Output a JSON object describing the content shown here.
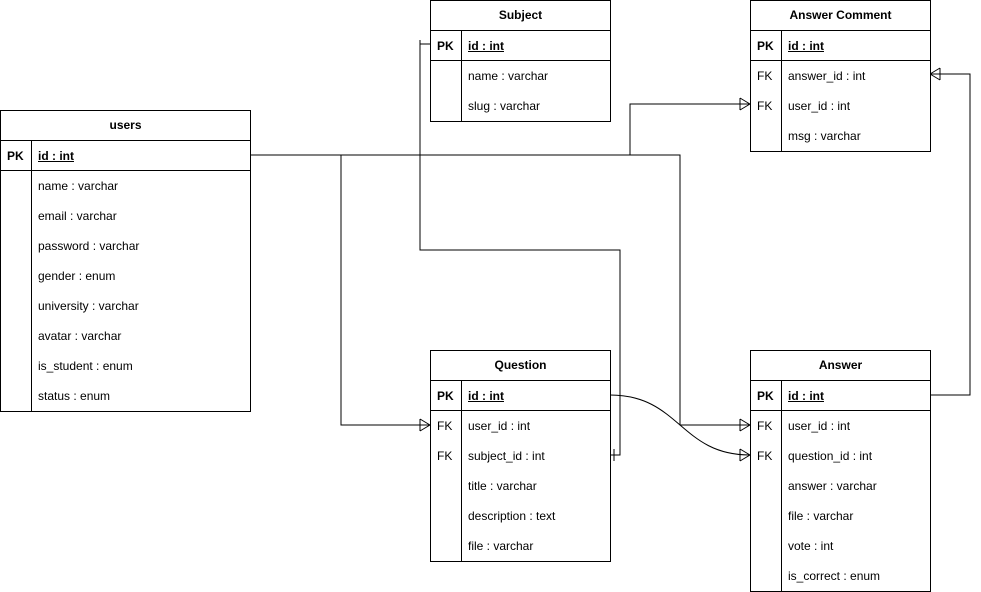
{
  "entities": {
    "users": {
      "title": "users",
      "pk": {
        "key": "PK",
        "field": "id : int"
      },
      "fields": [
        {
          "key": "",
          "field": "name : varchar"
        },
        {
          "key": "",
          "field": "email : varchar"
        },
        {
          "key": "",
          "field": "password : varchar"
        },
        {
          "key": "",
          "field": "gender : enum"
        },
        {
          "key": "",
          "field": "university : varchar"
        },
        {
          "key": "",
          "field": "avatar : varchar"
        },
        {
          "key": "",
          "field": "is_student : enum"
        },
        {
          "key": "",
          "field": "status : enum"
        }
      ]
    },
    "subject": {
      "title": "Subject",
      "pk": {
        "key": "PK",
        "field": "id : int"
      },
      "fields": [
        {
          "key": "",
          "field": "name : varchar"
        },
        {
          "key": "",
          "field": "slug : varchar"
        }
      ]
    },
    "answer_comment": {
      "title": "Answer Comment",
      "pk": {
        "key": "PK",
        "field": "id : int"
      },
      "fields": [
        {
          "key": "FK",
          "field": "answer_id : int"
        },
        {
          "key": "FK",
          "field": "user_id : int"
        },
        {
          "key": "",
          "field": "msg : varchar"
        }
      ]
    },
    "question": {
      "title": "Question",
      "pk": {
        "key": "PK",
        "field": "id : int"
      },
      "fields": [
        {
          "key": "FK",
          "field": "user_id : int"
        },
        {
          "key": "FK",
          "field": "subject_id : int"
        },
        {
          "key": "",
          "field": "title : varchar"
        },
        {
          "key": "",
          "field": "description : text"
        },
        {
          "key": "",
          "field": "file : varchar"
        }
      ]
    },
    "answer": {
      "title": "Answer",
      "pk": {
        "key": "PK",
        "field": "id : int"
      },
      "fields": [
        {
          "key": "FK",
          "field": "user_id : int"
        },
        {
          "key": "FK",
          "field": "question_id : int"
        },
        {
          "key": "",
          "field": "answer : varchar"
        },
        {
          "key": "",
          "field": "file : varchar"
        },
        {
          "key": "",
          "field": "vote : int"
        },
        {
          "key": "",
          "field": "is_correct : enum"
        }
      ]
    }
  },
  "relationships": [
    {
      "from": "users",
      "to": "question",
      "to_field": "user_id"
    },
    {
      "from": "users",
      "to": "answer",
      "to_field": "user_id"
    },
    {
      "from": "users",
      "to": "answer_comment",
      "to_field": "user_id"
    },
    {
      "from": "subject",
      "to": "question",
      "to_field": "subject_id"
    },
    {
      "from": "question",
      "to": "answer",
      "to_field": "question_id"
    },
    {
      "from": "answer",
      "to": "answer_comment",
      "to_field": "answer_id"
    }
  ]
}
